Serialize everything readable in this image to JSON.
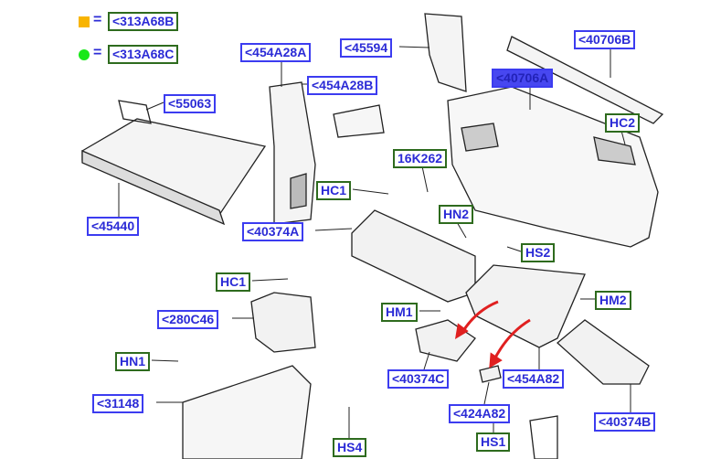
{
  "legend": [
    {
      "symbol": "orange-square",
      "color": "#f8b400",
      "eq": "=",
      "label": "<313A68B"
    },
    {
      "symbol": "green-circle",
      "color": "#18e818",
      "eq": "=",
      "label": "<313A68C"
    }
  ],
  "labels": {
    "p454A28A": "<454A28A",
    "p45594": "<45594",
    "p40706B": "<40706B",
    "p40706A": "<40706A",
    "p454A28B": "<454A28B",
    "p55063": "<55063",
    "hc2": "HC2",
    "p16K262": "16K262",
    "hc1a": "HC1",
    "p45440": "<45440",
    "hn2": "HN2",
    "p40374A": "<40374A",
    "hs2": "HS2",
    "hc1b": "HC1",
    "hm1": "HM1",
    "hm2": "HM2",
    "p280C46": "<280C46",
    "hn1": "HN1",
    "p40374C": "<40374C",
    "p454A82": "<454A82",
    "p31148": "<31148",
    "p424A82": "<424A82",
    "p40374B": "<40374B",
    "hs4": "HS4",
    "hs1": "HS1"
  }
}
